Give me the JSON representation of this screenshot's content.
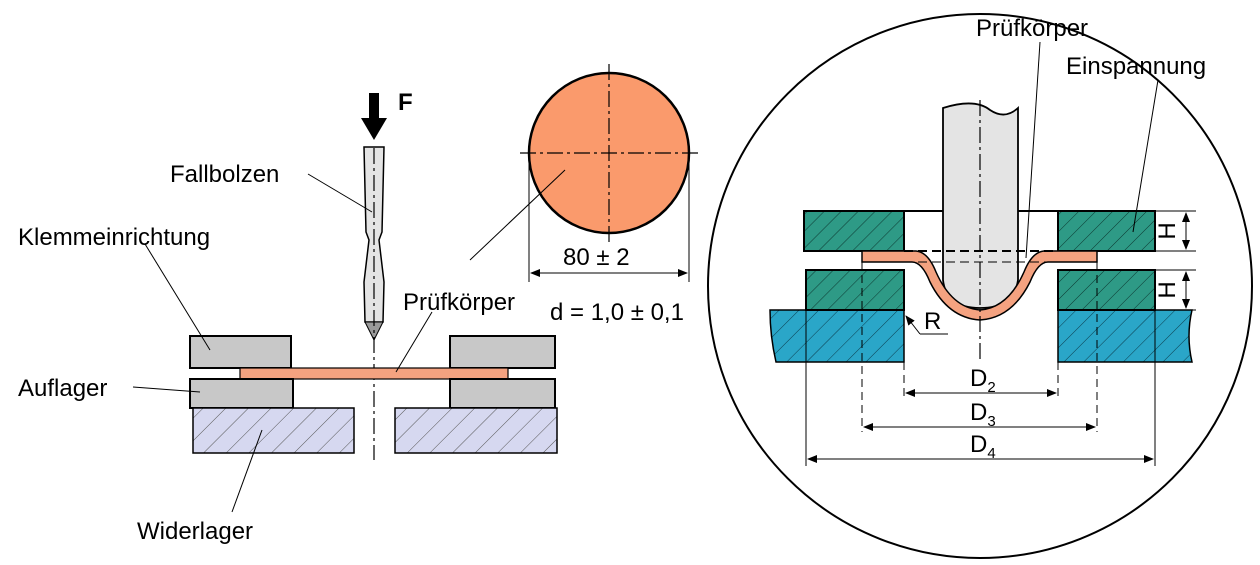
{
  "labels": {
    "force": "F",
    "fallbolzen": "Fallbolzen",
    "klemmeinrichtung": "Klemmeinrichtung",
    "auflager": "Auflager",
    "widerlager": "Widerlager",
    "pruefkoerper_left": "Prüfkörper",
    "pruefkoerper_right": "Prüfkörper",
    "einspannung": "Einspannung",
    "radius": "R",
    "height_top": "H",
    "height_bottom": "H"
  },
  "dimensions": {
    "diameter": "80 ± 2",
    "thickness": "d = 1,0 ± 0,1",
    "d2_main": "D",
    "d2_sub": "2",
    "d3_main": "D",
    "d3_sub": "3",
    "d4_main": "D",
    "d4_sub": "4"
  },
  "colors": {
    "specimen": "#f4a280",
    "disc": "#fa9a6c",
    "clamp_gray": "#c8c8c8",
    "support_hatch": "#d6d8f0",
    "clamp_green": "#2e9a86",
    "base_blue": "#2aa6c8",
    "striker": "#e4e4e4"
  }
}
